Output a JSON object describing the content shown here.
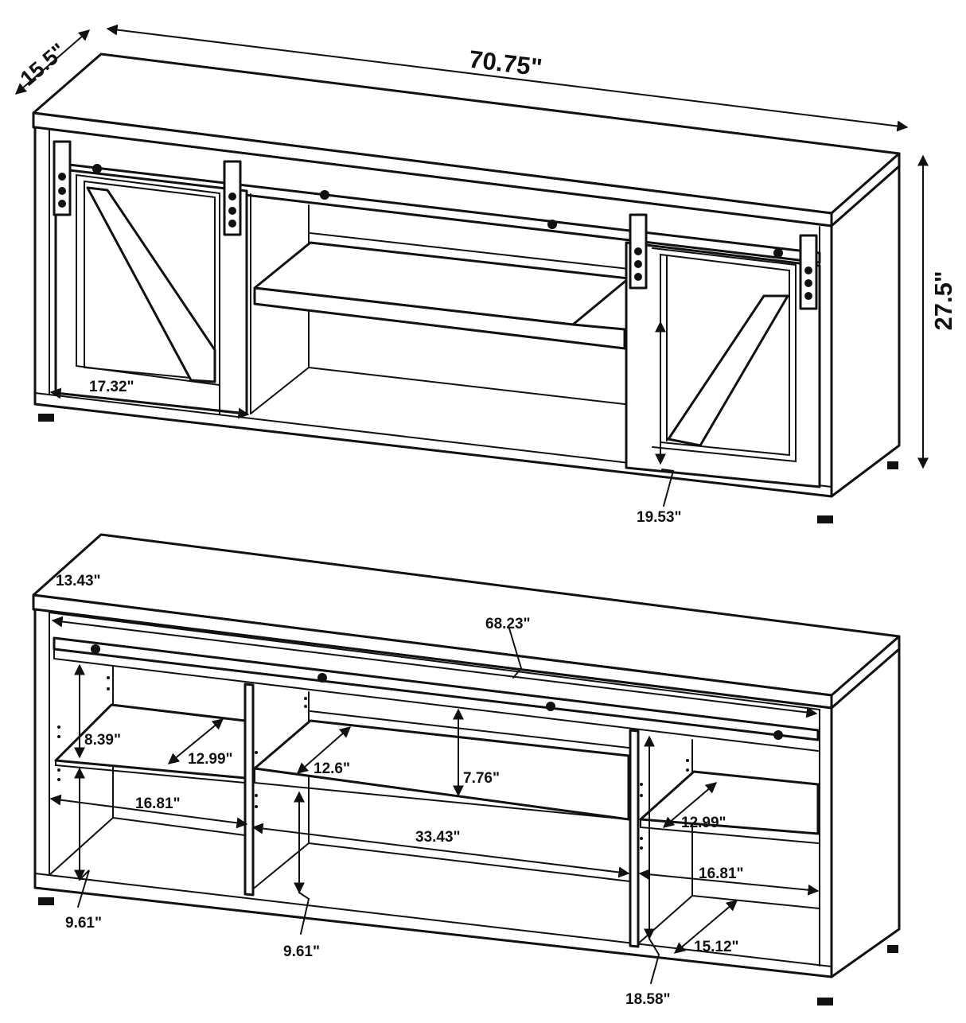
{
  "front_view": {
    "depth": "15.5\"",
    "width": "70.75\"",
    "height": "27.5\"",
    "door_width": "17.32\"",
    "door_height": "19.53\""
  },
  "interior_view": {
    "top_depth": "13.43\"",
    "inner_width": "68.23\"",
    "left_upper_height": "8.39\"",
    "left_shelf_depth": "12.99\"",
    "center_shelf_depth": "12.6\"",
    "center_upper_height": "7.76\"",
    "left_width": "16.81\"",
    "center_width": "33.43\"",
    "right_shelf_depth": "12.99\"",
    "right_width": "16.81\"",
    "right_bottom_depth": "15.12\"",
    "left_lower_height": "9.61\"",
    "center_lower_height": "9.61\"",
    "right_height": "18.58\""
  }
}
